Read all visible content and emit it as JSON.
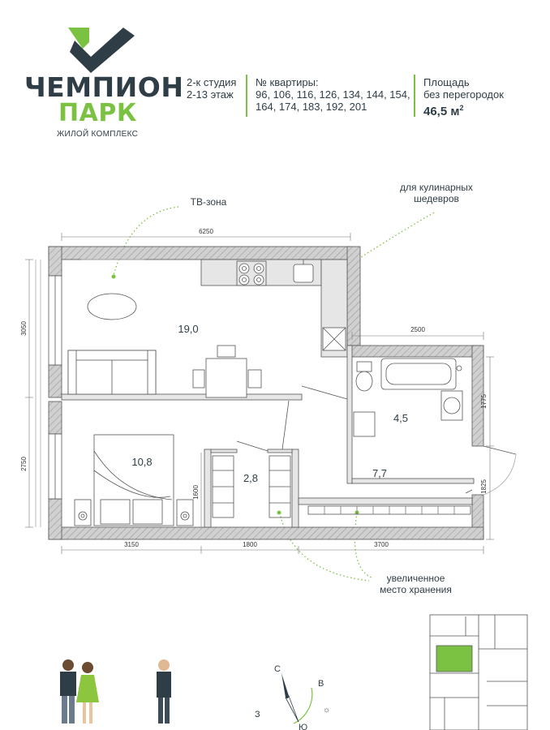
{
  "brand": {
    "name_line1": "ЧЕМПИОН",
    "name_line2": "ПАРК",
    "tagline": "ЖИЛОЙ КОМПЛЕКС",
    "colors": {
      "green": "#7cc242",
      "dark": "#2f3e46"
    }
  },
  "apartment": {
    "type": "2-к студия",
    "floors": "2-13 этаж",
    "numbers_label": "№ квартиры:",
    "numbers_line1": "96, 106, 116, 126, 134, 144, 154,",
    "numbers_line2": "164, 174, 183, 192, 201",
    "area_label_line1": "Площадь",
    "area_label_line2": "без перегородок",
    "area_value": "46,5 м",
    "area_unit_sup": "2"
  },
  "annotations": {
    "tv_zone": "ТВ-зона",
    "kitchen_line1": "для кулинарных",
    "kitchen_line2": "шедевров",
    "storage_line1": "увеличенное",
    "storage_line2": "место хранения"
  },
  "rooms": {
    "living": "19,0",
    "bedroom": "10,8",
    "storage": "2,8",
    "bathroom": "4,5",
    "hall": "7,7"
  },
  "dimensions": {
    "top": "6250",
    "left_upper": "3050",
    "left_lower": "2750",
    "bath_width": "2500",
    "right_upper": "1775",
    "right_lower": "1825",
    "storage_height": "1600",
    "bottom_left": "3150",
    "bottom_mid": "1800",
    "bottom_right": "3700"
  },
  "compass": {
    "north": "С",
    "east": "В",
    "west": "З",
    "south": "Ю"
  }
}
